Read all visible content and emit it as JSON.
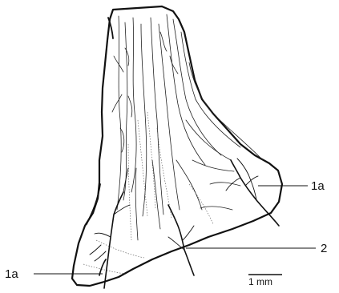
{
  "labels": {
    "upper_1a": "1a",
    "lower_1a": "1a",
    "label_2": "2",
    "scale": "1 mm"
  }
}
